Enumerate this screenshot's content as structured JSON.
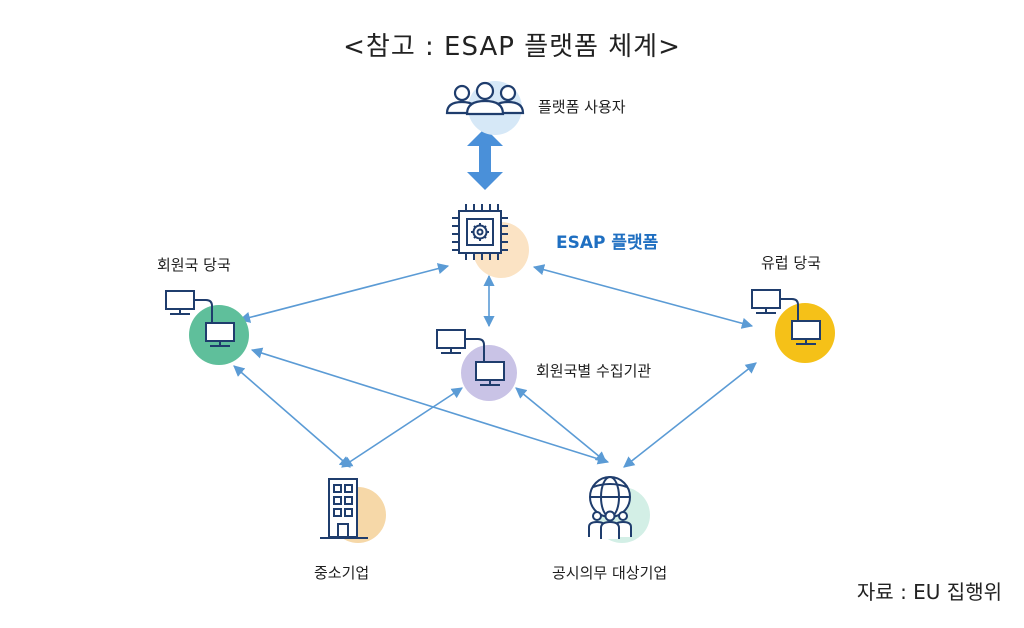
{
  "title": "<참고 : ESAP 플랫폼 체계>",
  "source": "자료 : EU 집행위",
  "colors": {
    "arrow": "#5b9bd5",
    "icon_stroke": "#1f3d6d",
    "accent_text": "#1f6fc1"
  },
  "nodes": {
    "platform_users": {
      "label": "플랫폼 사용자",
      "icon": "user-group-icon",
      "color": "#d6e8f7"
    },
    "esap_platform": {
      "label": "ESAP 플랫폼",
      "icon": "chip-icon",
      "color": "#fbe3c4"
    },
    "member_state": {
      "label": "회원국 당국",
      "icon": "computers-icon",
      "color": "#5fbf9b"
    },
    "eu_authority": {
      "label": "유럽 당국",
      "icon": "computers-icon",
      "color": "#f5c118"
    },
    "collection_body": {
      "label": "회원국별 수집기관",
      "icon": "computers-icon",
      "color": "#c9c3e6"
    },
    "sme": {
      "label": "중소기업",
      "icon": "building-icon",
      "color": "#f6d8a8"
    },
    "disclosure_firm": {
      "label": "공시의무 대상기업",
      "icon": "globe-people-icon",
      "color": "#d3efe6"
    }
  }
}
